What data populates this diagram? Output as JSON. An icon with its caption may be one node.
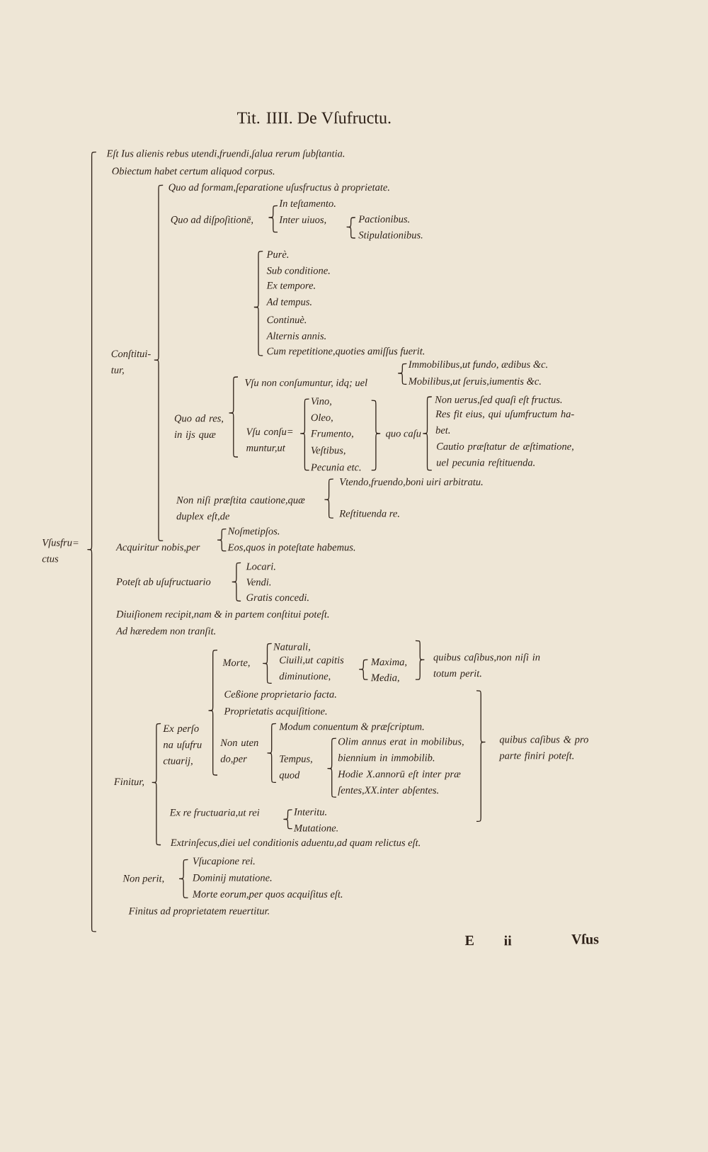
{
  "diagram": {
    "title": "Tit. IIII. De Vſufructu.",
    "labels": [
      "Eſt Ius alienis rebus utendi,fruendi,ſalua rerum ſubſtantia.",
      "Obiectum habet certum aliquod corpus.",
      "Quo ad formam,ſeparatione uſusfructus à proprietate.",
      "In teſtamento.",
      "Quo ad diſpoſitionē,",
      "Inter uiuos,",
      "Pactionibus.",
      "Stipulationibus.",
      "Purè.",
      "Sub conditione.",
      "Ex tempore.",
      "Ad tempus.",
      "Continuè.",
      "Alternis annis.",
      "Cum repetitione,quoties amiſſus fuerit.",
      "Conſtitui- tur,",
      "Immobilibus,ut fundo, ædibus &c.",
      "Vſu non conſumuntur, idq; uel",
      "Mobilibus,ut ſeruis,iumentis &c.",
      "Vino,",
      "Non uerus,ſed quaſi eſt fructus.",
      "Quo ad res, in ijs quæ",
      "Oleo,",
      "Res fit eius, qui uſumfructum ha- bet.",
      "Vſu conſu= muntur,ut",
      "Frumento,",
      "quo caſu",
      "Veſtibus,",
      "Cautio præſtatur de æſtimatione, uel pecunia reſtituenda.",
      "Pecunia etc.",
      "Vtendo,fruendo,boni uiri arbitratu.",
      "Non niſi præſtita cautione,quæ duplex eſt,de",
      "Reſtituenda re.",
      "Noſmetipſos.",
      "Vſusfru= ctus",
      "Acquiritur nobis,per",
      "Eos,quos in poteſtate habemus.",
      "Locari.",
      "Poteſt ab uſufructuario",
      "Vendi.",
      "Gratis concedi.",
      "Diuiſionem recipit,nam & in partem conſtitui poteſt.",
      "Ad hæredem non tranſit.",
      "Naturali,",
      "Morte,",
      "Ciuili,ut capitis diminutione,",
      "Maxima,",
      "Media,",
      "quibus caſibus,non niſi in totum perit.",
      "Ceßione proprietario facta.",
      "Proprietatis acquiſitione.",
      "Modum conuentum & præſcriptum.",
      "Ex perſo na uſufru ctuarij,",
      "Non uten do,per",
      "Olim annus erat in mobilibus, biennium in immobilib.",
      "quibus caſibus & pro parte finiri poteſt.",
      "Tempus, quod",
      "Finitur,",
      "Hodie X.annorū eſt inter præ ſentes,XX.inter abſentes.",
      "Ex re fructuaria,ut rei",
      "Interitu.",
      "Mutatione.",
      "Extrinſecus,diei uel conditionis aduentu,ad quam relictus eſt.",
      "Vſucapione rei.",
      "Non perit,",
      "Dominij mutatione.",
      "Morte eorum,per quos acquiſitus eſt.",
      "Finitus ad proprietatem reuertitur.",
      "E",
      "ii",
      "Vſus"
    ]
  }
}
